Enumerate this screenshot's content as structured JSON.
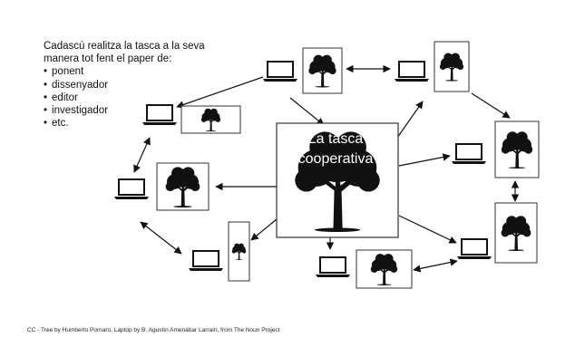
{
  "intro": {
    "line1": "Cadascú realitza la tasca a la seva",
    "line2": "manera tot fent el paper de:",
    "roles": [
      "ponent",
      "dissenyador",
      "editor",
      "investigador",
      "etc."
    ]
  },
  "center": {
    "title_line1": "La tasca",
    "title_line2": "cooperativa"
  },
  "credits": "CC - Tree by Humberto Pornaro, Laptop by B. Agustín Amenábar Larraín, from The Noun Project",
  "icons": {
    "tree": "tree-icon",
    "laptop": "laptop-icon"
  },
  "colors": {
    "ink": "#111111",
    "background": "#ffffff"
  }
}
